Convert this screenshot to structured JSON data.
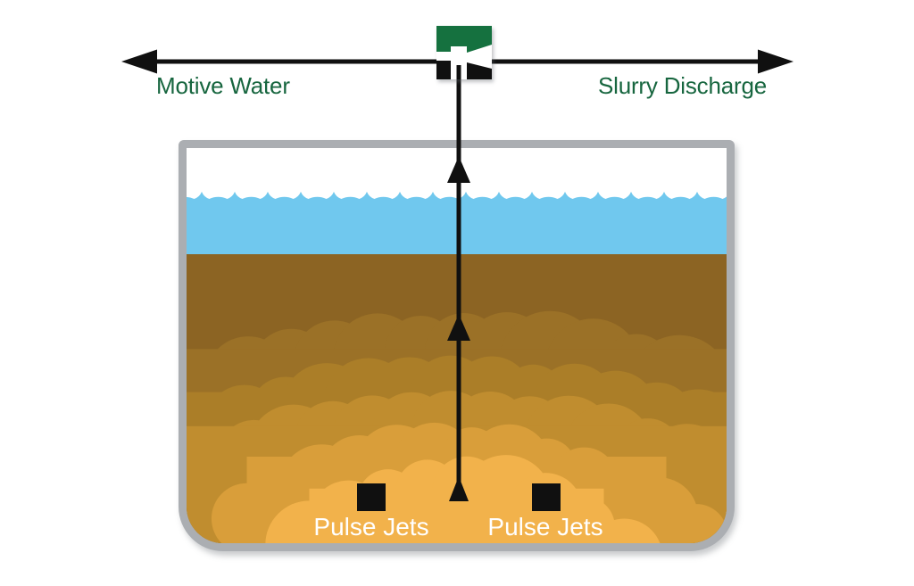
{
  "diagram": {
    "flow_labels": {
      "motive_water": "Motive Water",
      "slurry_discharge": "Slurry Discharge"
    },
    "tank_labels": {
      "pulse_jets_left": "Pulse Jets",
      "pulse_jets_right": "Pulse Jets"
    },
    "colors": {
      "label_green": "#17663f",
      "eductor_green": "#15713f",
      "line_black": "#101010",
      "tank_border_gray": "#abaeb2",
      "water_blue": "#70c8ee",
      "sludge_base_brown": "#8c6423",
      "cloud_layers": [
        "#9b7127",
        "#ab7e28",
        "#c08d2f",
        "#d99e3a",
        "#f2b24b"
      ],
      "jet_black": "#101010",
      "label_white": "#ffffff"
    }
  }
}
